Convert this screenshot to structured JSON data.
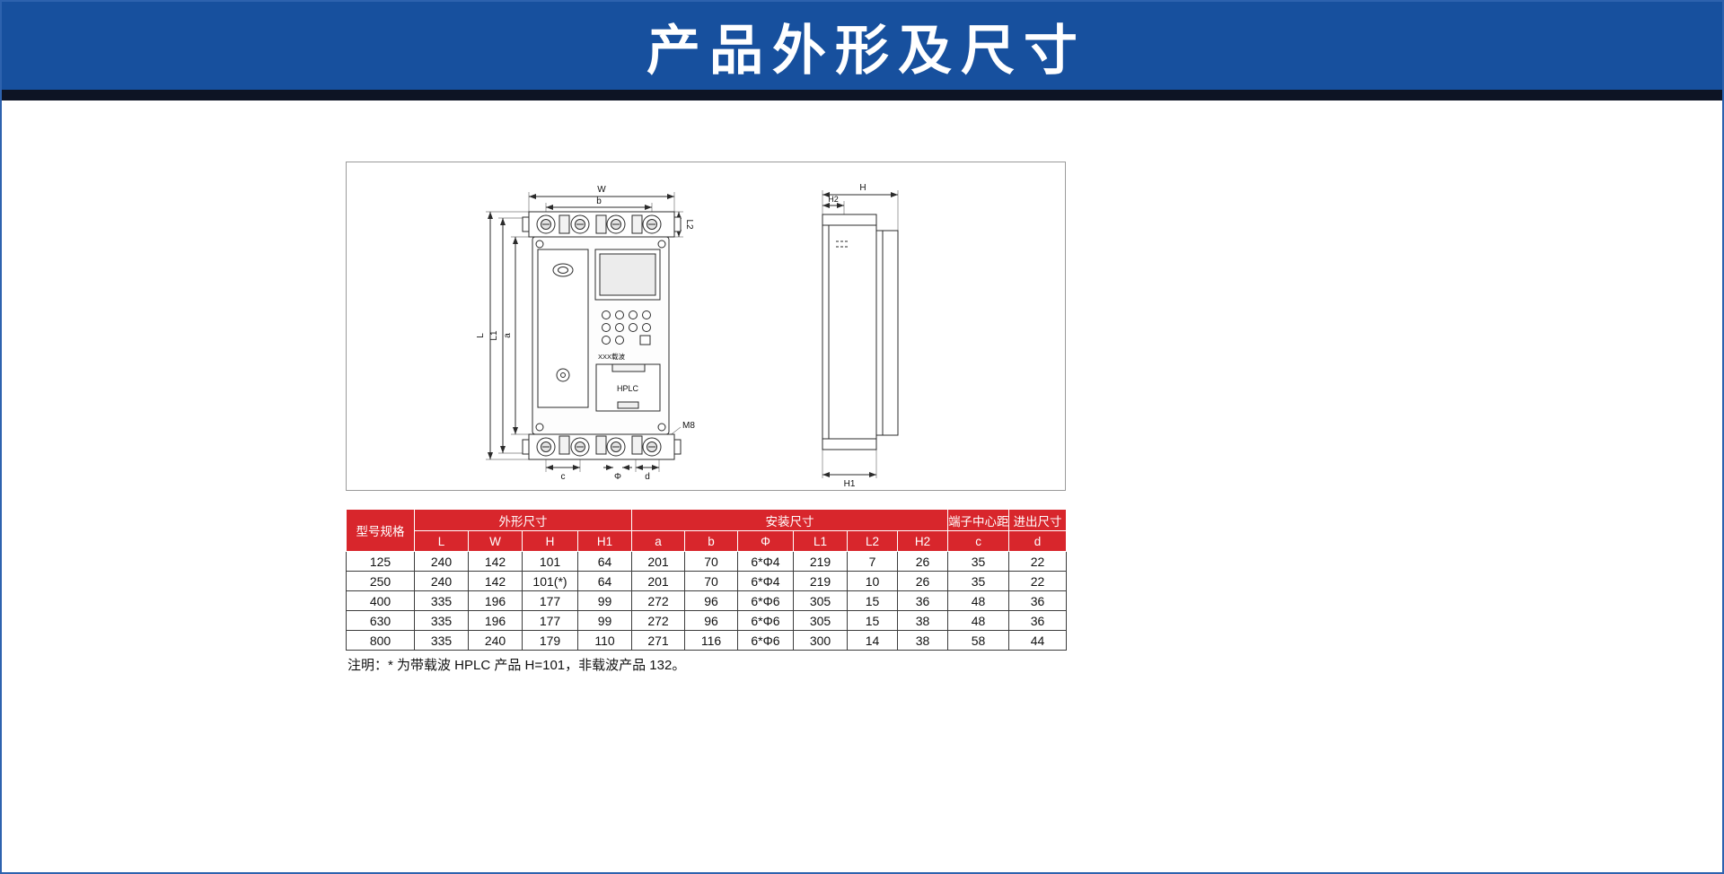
{
  "page": {
    "title": "产品外形及尺寸"
  },
  "colors": {
    "banner_blue": "#17509e",
    "banner_strip": "#0d1424",
    "table_header_red": "#d8262c",
    "page_border_blue": "#2d62ae"
  },
  "diagram": {
    "front": {
      "W": "W",
      "b": "b",
      "L2": "L2",
      "L": "L",
      "L1": "L1",
      "a": "a",
      "c": "c",
      "phi": "Φ",
      "d": "d",
      "m8": "M8"
    },
    "side": {
      "H": "H",
      "H2": "H2",
      "H1": "H1"
    },
    "device": {
      "carrier": "XXX载波",
      "module": "HPLC"
    }
  },
  "table": {
    "groups": {
      "model": "型号规格",
      "outline": "外形尺寸",
      "mounting": "安装尺寸",
      "terminal": "端子中心距",
      "inout": "进出尺寸"
    },
    "columns": [
      "L",
      "W",
      "H",
      "H1",
      "a",
      "b",
      "Φ",
      "L1",
      "L2",
      "H2",
      "c",
      "d"
    ],
    "rows": [
      [
        "125",
        "240",
        "142",
        "101",
        "64",
        "201",
        "70",
        "6*Φ4",
        "219",
        "7",
        "26",
        "35",
        "22"
      ],
      [
        "250",
        "240",
        "142",
        "101(*)",
        "64",
        "201",
        "70",
        "6*Φ4",
        "219",
        "10",
        "26",
        "35",
        "22"
      ],
      [
        "400",
        "335",
        "196",
        "177",
        "99",
        "272",
        "96",
        "6*Φ6",
        "305",
        "15",
        "36",
        "48",
        "36"
      ],
      [
        "630",
        "335",
        "196",
        "177",
        "99",
        "272",
        "96",
        "6*Φ6",
        "305",
        "15",
        "38",
        "48",
        "36"
      ],
      [
        "800",
        "335",
        "240",
        "179",
        "110",
        "271",
        "116",
        "6*Φ6",
        "300",
        "14",
        "38",
        "58",
        "44"
      ]
    ],
    "note": "注明：* 为带载波 HPLC 产品 H=101，非载波产品 132。"
  }
}
